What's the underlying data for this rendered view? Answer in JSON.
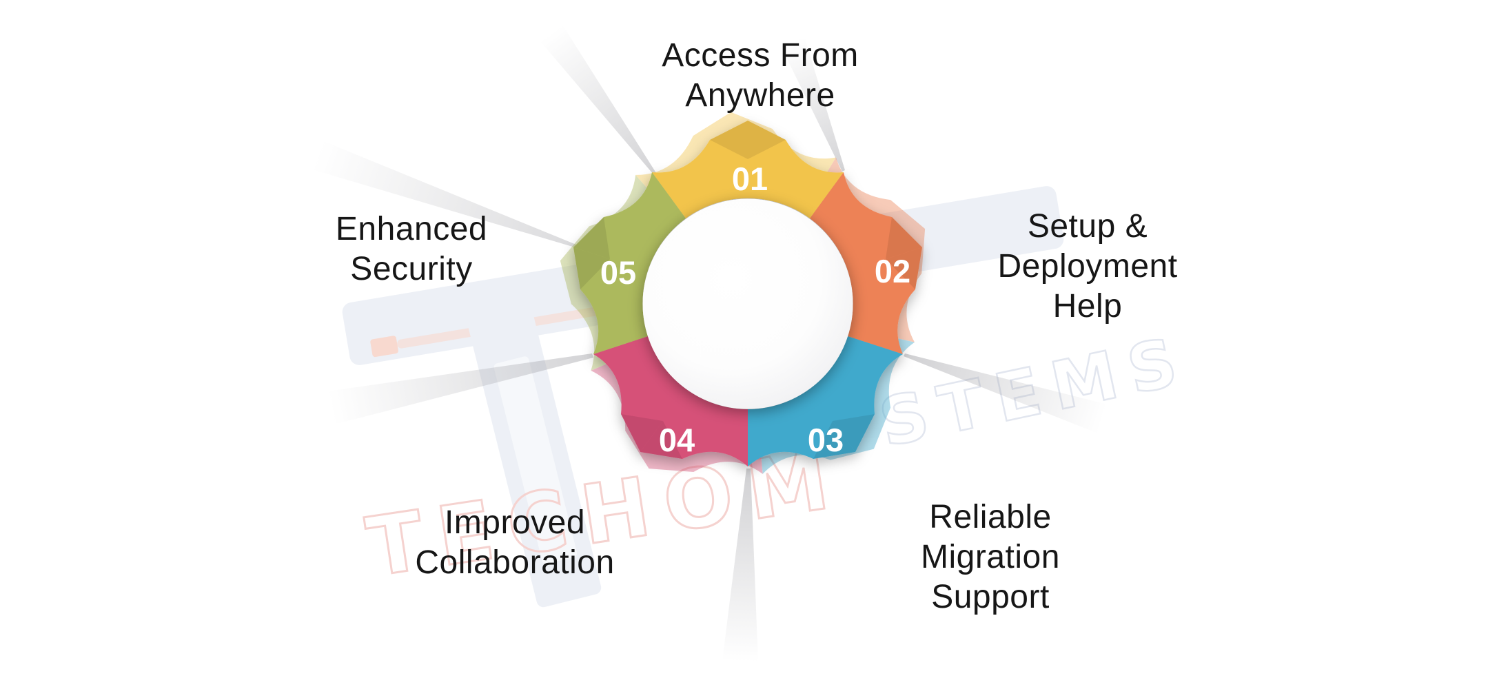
{
  "diagram": {
    "type": "cycle-wheel-infographic",
    "segment_count": 5,
    "segments": [
      {
        "number": "01",
        "label": "Access From Anywhere",
        "lines": [
          "Access From",
          "Anywhere"
        ],
        "color": "#F2C44C"
      },
      {
        "number": "02",
        "label": "Setup & Deployment Help",
        "lines": [
          "Setup &",
          "Deployment",
          "Help"
        ],
        "color": "#ED8256"
      },
      {
        "number": "03",
        "label": "Reliable Migration Support",
        "lines": [
          "Reliable",
          "Migration",
          "Support"
        ],
        "color": "#41A9CC"
      },
      {
        "number": "04",
        "label": "Improved Collaboration",
        "lines": [
          "Improved",
          "Collaboration"
        ],
        "color": "#D65178"
      },
      {
        "number": "05",
        "label": "Enhanced Security",
        "lines": [
          "Enhanced",
          "Security"
        ],
        "color": "#ACB95D"
      }
    ]
  },
  "watermark": {
    "monogram_s": "S",
    "text_left": "TECHOM",
    "text_right": "STEMS",
    "bar_color": "#EDF0F6",
    "inner_bar_color": "#F6F8FB",
    "accent_color": "#F8D9CF",
    "text_left_color": "#F5D2CF",
    "text_right_color": "#E2E6EF"
  },
  "colors": {
    "background": "#FFFFFF",
    "label_text": "#161616",
    "number_text": "#FFFFFF",
    "beam": "#97979D",
    "center_circle": "#FFFFFF"
  }
}
